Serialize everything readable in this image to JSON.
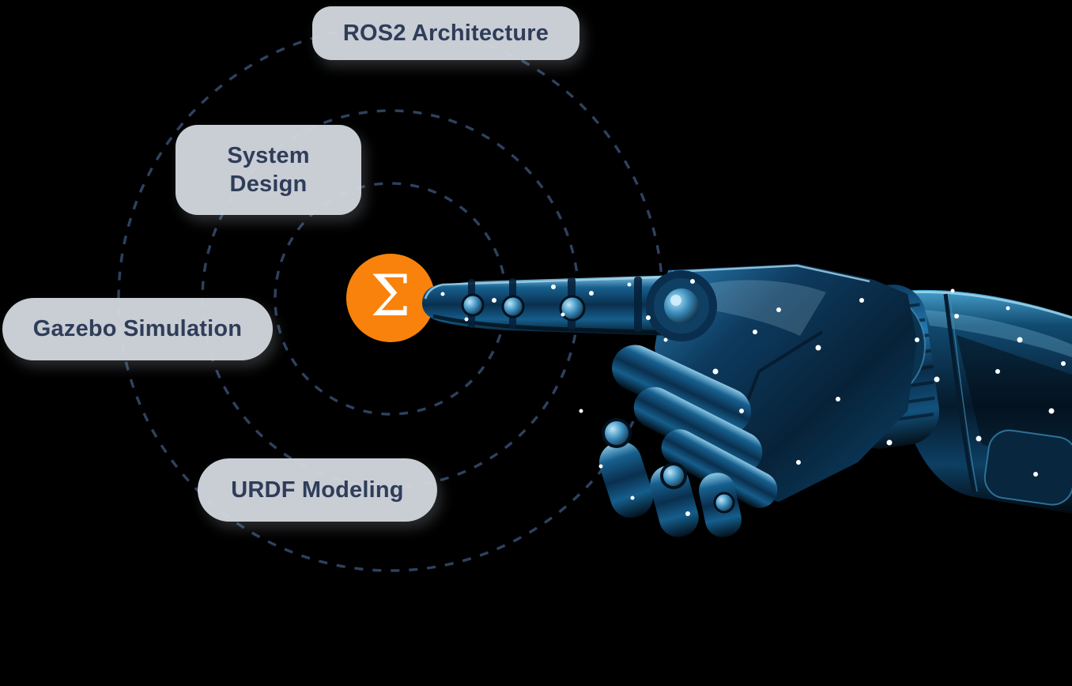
{
  "diagram": {
    "center_badge": {
      "symbol": "Σ",
      "background_color": "#f8820b",
      "symbol_color": "#ffffff"
    },
    "orbits": {
      "count": 3,
      "stroke_color": "#2e425f"
    },
    "labels": [
      {
        "id": "ros2-architecture",
        "text": "ROS2 Architecture"
      },
      {
        "id": "system-design",
        "text": "System Design"
      },
      {
        "id": "gazebo-simulation",
        "text": "Gazebo Simulation"
      },
      {
        "id": "urdf-modeling",
        "text": "URDF Modeling"
      }
    ],
    "label_style": {
      "background": "#d4d8df",
      "text_color": "#2e3d59"
    },
    "illustration": {
      "name": "robot-hand-pointing",
      "dominant_color": "#15577f"
    }
  }
}
